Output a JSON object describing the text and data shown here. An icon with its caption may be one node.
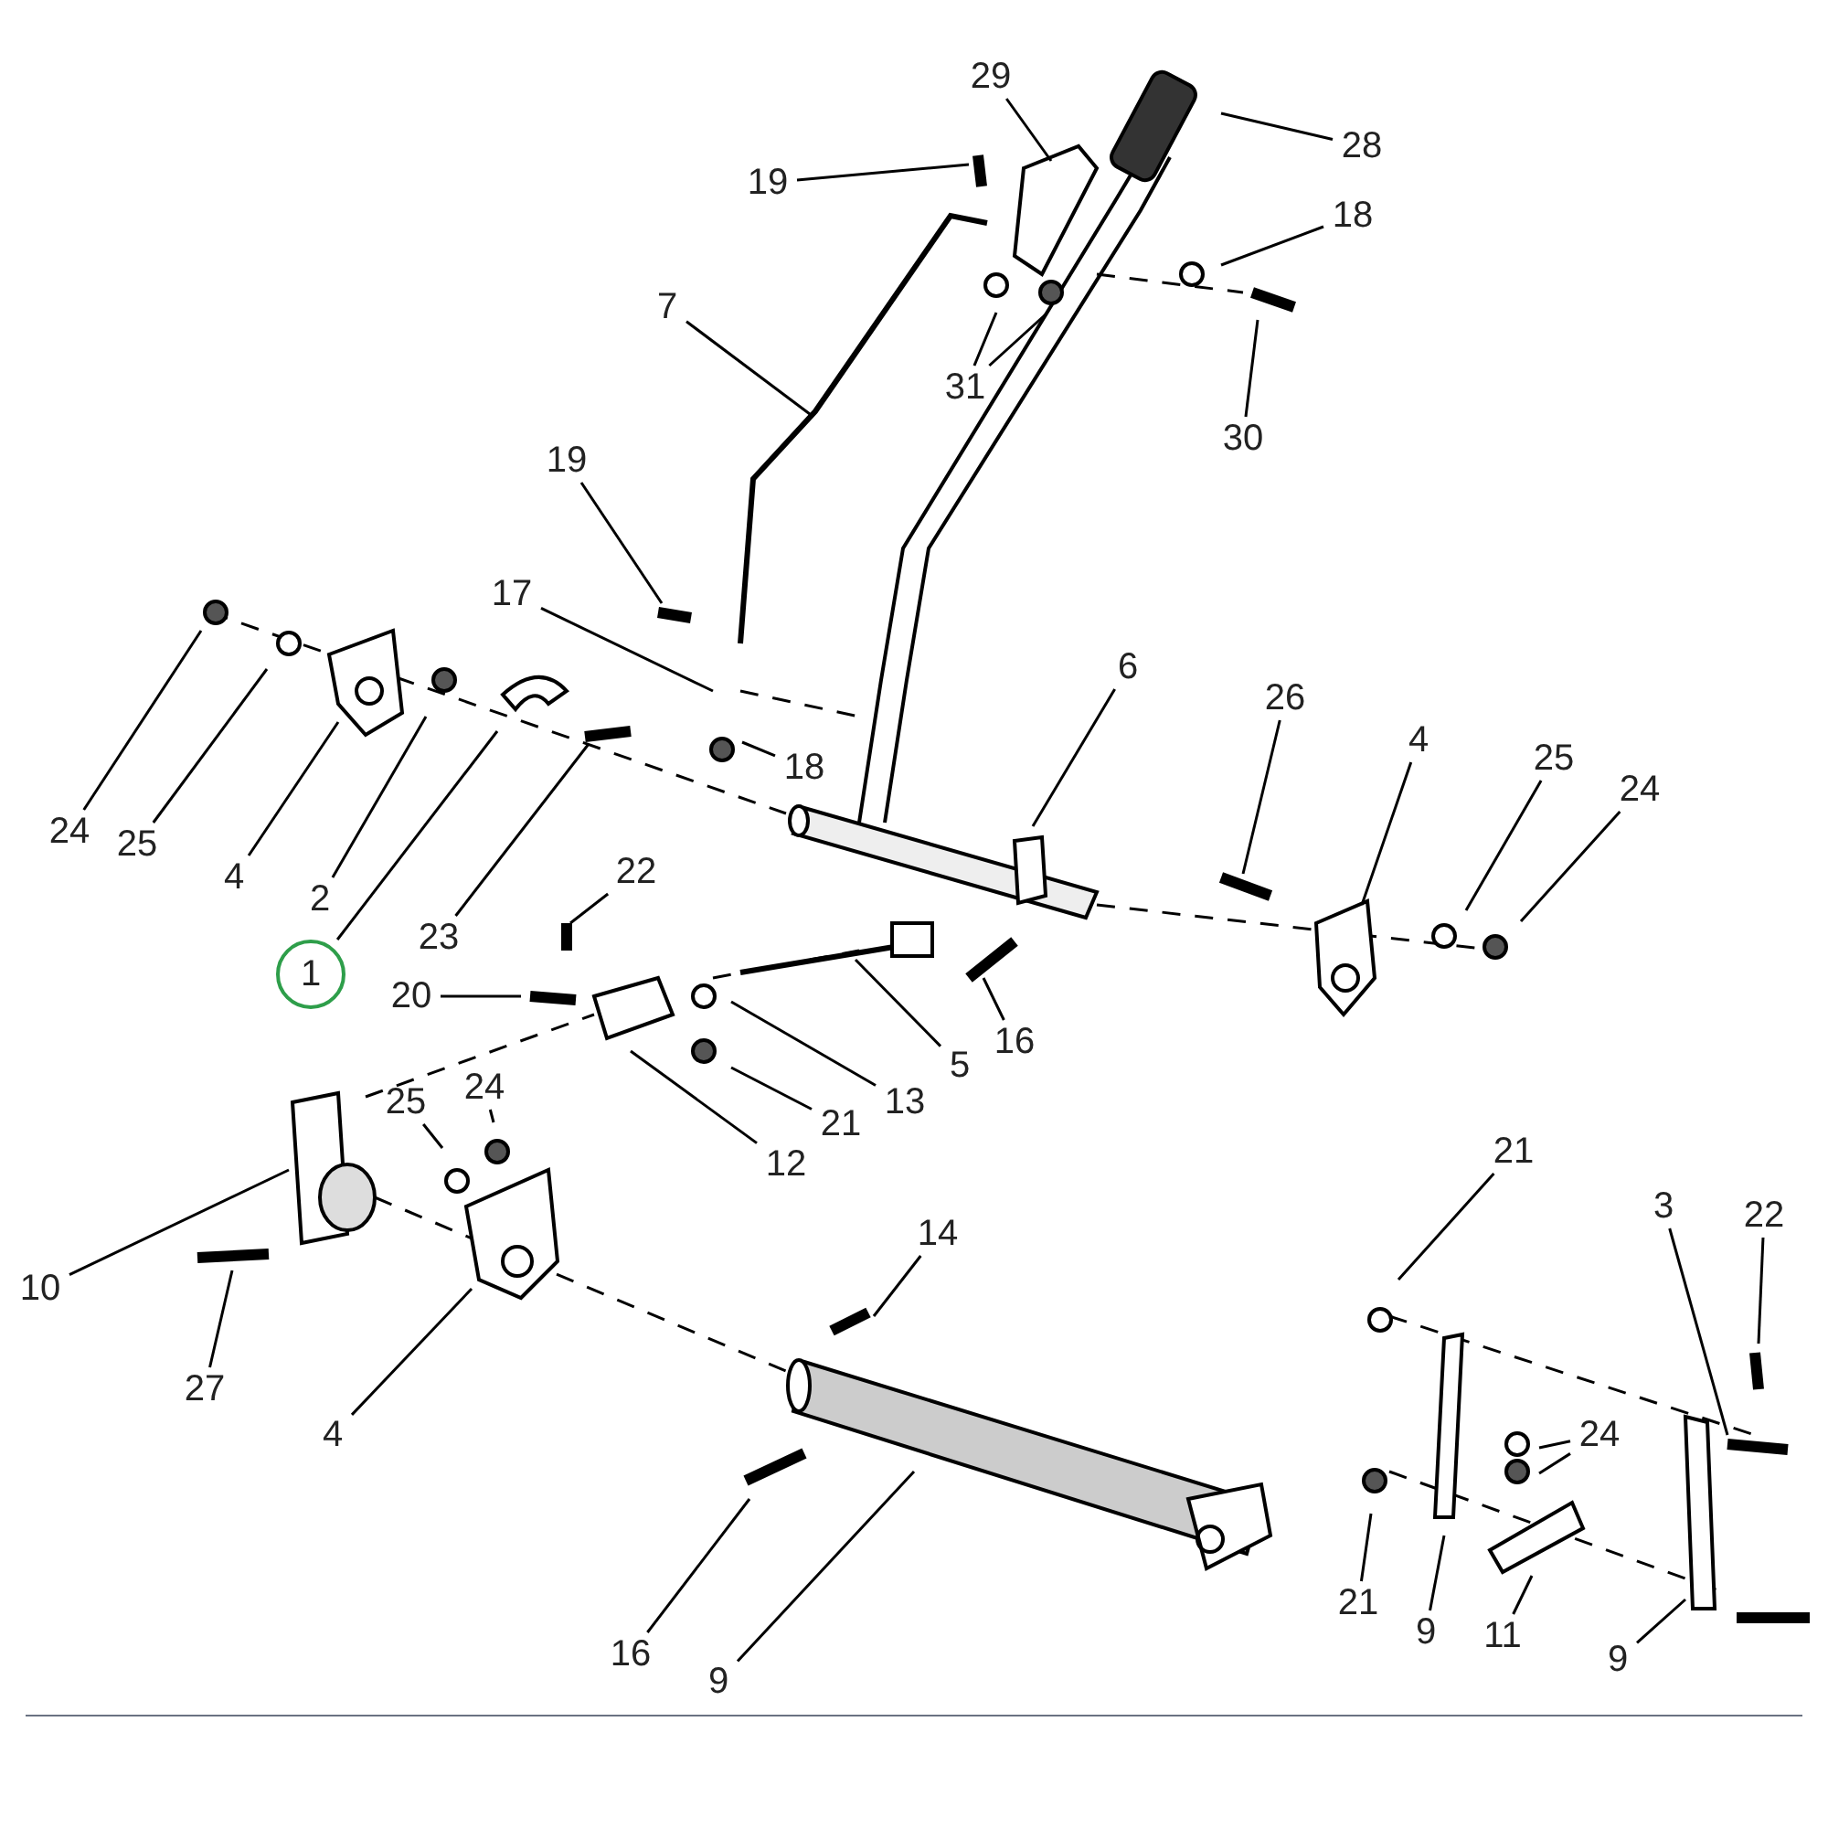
{
  "diagram": {
    "nodes": [
      {
        "text": [
          "29"
        ]
      },
      {
        "text": [
          "28"
        ]
      },
      {
        "text": [
          "19"
        ]
      },
      {
        "text": [
          "18"
        ]
      },
      {
        "text": [
          "7"
        ]
      },
      {
        "text": [
          "31"
        ]
      },
      {
        "text": [
          "30"
        ]
      },
      {
        "text": [
          "19"
        ]
      },
      {
        "text": [
          "17"
        ]
      },
      {
        "text": [
          "6"
        ]
      },
      {
        "text": [
          "26"
        ]
      },
      {
        "text": [
          "4"
        ]
      },
      {
        "text": [
          "25"
        ]
      },
      {
        "text": [
          "18"
        ]
      },
      {
        "text": [
          "24"
        ]
      },
      {
        "text": [
          "24"
        ]
      },
      {
        "text": [
          "25"
        ]
      },
      {
        "text": [
          "22"
        ]
      },
      {
        "text": [
          "4"
        ]
      },
      {
        "text": [
          "2"
        ]
      },
      {
        "text": [
          "23"
        ]
      },
      {
        "text": [
          "1"
        ]
      },
      {
        "text": [
          "20"
        ]
      },
      {
        "text": [
          "16"
        ]
      },
      {
        "text": [
          "5"
        ]
      },
      {
        "text": [
          "24"
        ]
      },
      {
        "text": [
          "13"
        ]
      },
      {
        "text": [
          "25"
        ]
      },
      {
        "text": [
          "21"
        ]
      },
      {
        "text": [
          "21"
        ]
      },
      {
        "text": [
          "12"
        ]
      },
      {
        "text": [
          "3"
        ]
      },
      {
        "text": [
          "22"
        ]
      },
      {
        "text": [
          "14"
        ]
      },
      {
        "text": [
          "10"
        ]
      },
      {
        "text": [
          "27"
        ]
      },
      {
        "text": [
          "4"
        ]
      },
      {
        "text": [
          "24"
        ]
      },
      {
        "text": [
          "21"
        ]
      },
      {
        "text": [
          "9"
        ]
      },
      {
        "text": [
          "11"
        ]
      },
      {
        "text": [
          "16"
        ]
      },
      {
        "text": [
          "9"
        ]
      },
      {
        "text": [
          "9"
        ]
      }
    ],
    "edges": [
      {
        "from": 0,
        "to": null,
        "arrow": "none"
      },
      {
        "from": 1,
        "to": null,
        "arrow": "none"
      },
      {
        "from": 2,
        "to": null,
        "arrow": "none"
      },
      {
        "from": 3,
        "to": null,
        "arrow": "none"
      },
      {
        "from": 4,
        "to": null,
        "arrow": "none"
      },
      {
        "from": 5,
        "to": null,
        "arrow": "none"
      },
      {
        "from": 5,
        "to": null,
        "arrow": "none"
      },
      {
        "from": 6,
        "to": null,
        "arrow": "none"
      },
      {
        "from": 7,
        "to": null,
        "arrow": "none"
      },
      {
        "from": 8,
        "to": null,
        "arrow": "none"
      },
      {
        "from": 9,
        "to": null,
        "arrow": "none"
      },
      {
        "from": 10,
        "to": null,
        "arrow": "none"
      },
      {
        "from": 11,
        "to": null,
        "arrow": "none"
      },
      {
        "from": 12,
        "to": null,
        "arrow": "none"
      },
      {
        "from": 13,
        "to": null,
        "arrow": "none"
      },
      {
        "from": 14,
        "to": null,
        "arrow": "none"
      },
      {
        "from": 15,
        "to": null,
        "arrow": "none"
      },
      {
        "from": 16,
        "to": null,
        "arrow": "none"
      },
      {
        "from": 17,
        "to": null,
        "arrow": "none"
      },
      {
        "from": 18,
        "to": null,
        "arrow": "none"
      },
      {
        "from": 19,
        "to": null,
        "arrow": "none"
      },
      {
        "from": 20,
        "to": null,
        "arrow": "none"
      },
      {
        "from": 21,
        "to": null,
        "arrow": "none"
      },
      {
        "from": 22,
        "to": null,
        "arrow": "none"
      },
      {
        "from": 23,
        "to": null,
        "arrow": "none"
      },
      {
        "from": 24,
        "to": null,
        "arrow": "none"
      },
      {
        "from": 25,
        "to": null,
        "arrow": "none"
      },
      {
        "from": 26,
        "to": null,
        "arrow": "none"
      },
      {
        "from": 27,
        "to": null,
        "arrow": "none"
      },
      {
        "from": 28,
        "to": null,
        "arrow": "none"
      },
      {
        "from": 29,
        "to": null,
        "arrow": "none"
      },
      {
        "from": 30,
        "to": null,
        "arrow": "none"
      },
      {
        "from": 31,
        "to": null,
        "arrow": "none"
      },
      {
        "from": 32,
        "to": null,
        "arrow": "none"
      },
      {
        "from": 33,
        "to": null,
        "arrow": "none"
      },
      {
        "from": 34,
        "to": null,
        "arrow": "none"
      },
      {
        "from": 35,
        "to": null,
        "arrow": "none"
      },
      {
        "from": 36,
        "to": null,
        "arrow": "none"
      },
      {
        "from": 37,
        "to": null,
        "arrow": "none"
      },
      {
        "from": 37,
        "to": null,
        "arrow": "none"
      },
      {
        "from": 38,
        "to": null,
        "arrow": "none"
      },
      {
        "from": 39,
        "to": null,
        "arrow": "none"
      },
      {
        "from": 40,
        "to": null,
        "arrow": "none"
      },
      {
        "from": 41,
        "to": null,
        "arrow": "none"
      },
      {
        "from": 42,
        "to": null,
        "arrow": "none"
      },
      {
        "from": 43,
        "to": null,
        "arrow": "none"
      }
    ]
  }
}
